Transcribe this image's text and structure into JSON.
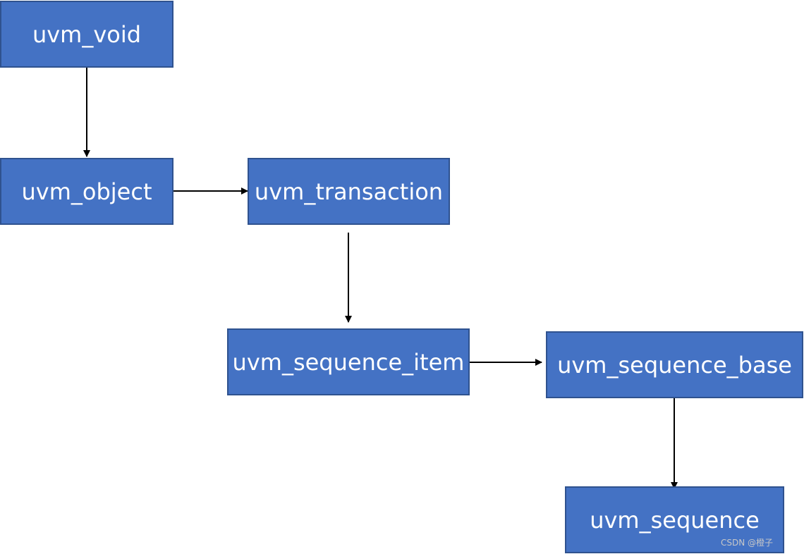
{
  "nodes": {
    "uvm_void": "uvm_void",
    "uvm_object": "uvm_object",
    "uvm_transaction": "uvm_transaction",
    "uvm_sequence_item": "uvm_sequence_item",
    "uvm_sequence_base": "uvm_sequence_base",
    "uvm_sequence": "uvm_sequence"
  },
  "edges": [
    {
      "from": "uvm_void",
      "to": "uvm_object"
    },
    {
      "from": "uvm_object",
      "to": "uvm_transaction"
    },
    {
      "from": "uvm_transaction",
      "to": "uvm_sequence_item"
    },
    {
      "from": "uvm_sequence_item",
      "to": "uvm_sequence_base"
    },
    {
      "from": "uvm_sequence_base",
      "to": "uvm_sequence"
    }
  ],
  "colors": {
    "node_fill": "#4472C4",
    "node_border": "#2F528F",
    "node_text": "#ffffff",
    "arrow": "#000000"
  },
  "watermark": "CSDN @橙子"
}
